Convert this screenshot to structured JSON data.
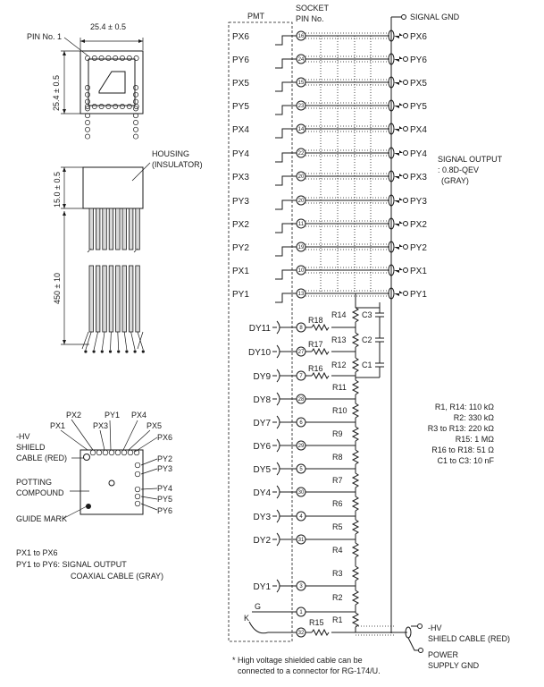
{
  "dimensions": {
    "pin_no_1": "PIN No. 1",
    "width": "25.4 ± 0.5",
    "height": "25.4 ± 0.5",
    "housing": "HOUSING",
    "insulator": "(INSULATOR)",
    "housing_height": "15.0 ± 0.5",
    "cable_length": "450 ± 10"
  },
  "bottom_view": {
    "hv_shield_cable": [
      "-HV",
      "SHIELD",
      "CABLE (RED)"
    ],
    "potting_compound": [
      "POTTING",
      "COMPOUND"
    ],
    "guide_mark": "GUIDE MARK",
    "labels_top": [
      "PX2",
      "PY1",
      "PX4",
      "PX1",
      "PX3",
      "PX5",
      "PX6"
    ],
    "labels_right": [
      "PY2",
      "PY3",
      "PY4",
      "PY5",
      "PY6"
    ]
  },
  "legend": {
    "line1": "PX1 to PX6",
    "line2": "PY1 to PY6: SIGNAL OUTPUT",
    "line3": "COAXIAL CABLE (GRAY)"
  },
  "schematic": {
    "pmt_label": "PMT",
    "socket_label": [
      "SOCKET",
      "PIN No."
    ],
    "signal_gnd": "SIGNAL GND",
    "signal_output": [
      "SIGNAL OUTPUT",
      ": 0.8D-QEV",
      "(GRAY)"
    ],
    "signals": [
      {
        "name": "PX6",
        "pin": "16"
      },
      {
        "name": "PY6",
        "pin": "24"
      },
      {
        "name": "PX5",
        "pin": "15"
      },
      {
        "name": "PY5",
        "pin": "23"
      },
      {
        "name": "PX4",
        "pin": "14"
      },
      {
        "name": "PY4",
        "pin": "22"
      },
      {
        "name": "PX3",
        "pin": "20"
      },
      {
        "name": "PY3",
        "pin": "20"
      },
      {
        "name": "PX2",
        "pin": "11"
      },
      {
        "name": "PY2",
        "pin": "19"
      },
      {
        "name": "PX1",
        "pin": "10"
      },
      {
        "name": "PY1",
        "pin": "13"
      }
    ],
    "dynodes": [
      {
        "name": "DY11",
        "pin": "8",
        "resistor": "R11"
      },
      {
        "name": "DY10",
        "pin": "27",
        "resistor": "R10"
      },
      {
        "name": "DY9",
        "pin": "7",
        "resistor": "R9"
      },
      {
        "name": "DY8",
        "pin": "28",
        "resistor": "R8"
      },
      {
        "name": "DY7",
        "pin": "6",
        "resistor": "R7"
      },
      {
        "name": "DY6",
        "pin": "29",
        "resistor": "R6"
      },
      {
        "name": "DY5",
        "pin": "5",
        "resistor": "R5"
      },
      {
        "name": "DY4",
        "pin": "30",
        "resistor": "R4"
      },
      {
        "name": "DY3",
        "pin": "4",
        "resistor": "R3"
      },
      {
        "name": "DY2",
        "pin": "31",
        "resistor": "R2"
      },
      {
        "name": "DY1",
        "pin": "3",
        "resistor": "R1"
      }
    ],
    "damping": [
      "R18",
      "R17",
      "R16"
    ],
    "chain_top": [
      "R14",
      "R13",
      "R12"
    ],
    "caps": [
      "C3",
      "C2",
      "C1"
    ],
    "g_label": "G",
    "g_pin": "1",
    "k_label": "K",
    "k_pin": "32",
    "r15": "R15",
    "hv_out": [
      "-HV",
      "SHIELD CABLE (RED)"
    ],
    "power_gnd": [
      "POWER",
      "SUPPLY GND"
    ]
  },
  "values": [
    "R1, R14: 110 kΩ",
    "R2: 330 kΩ",
    "R3 to R13: 220 kΩ",
    "R15: 1 MΩ",
    "R16 to R18: 51 Ω",
    "C1 to C3: 10 nF"
  ],
  "footnote": [
    "* High voltage shielded cable can be",
    "connected to a connector for RG-174/U."
  ]
}
